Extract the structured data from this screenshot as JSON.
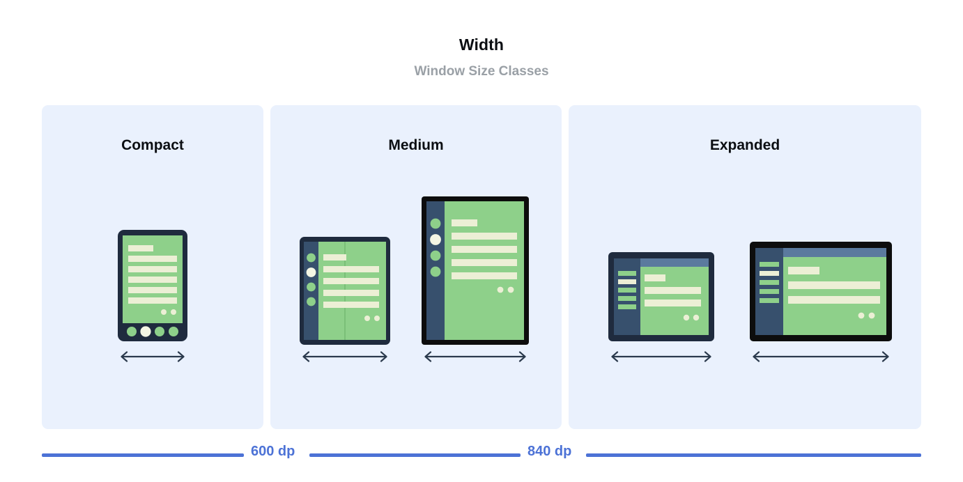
{
  "header": {
    "title": "Width",
    "subtitle": "Window Size Classes"
  },
  "panels": [
    {
      "key": "compact",
      "label": "Compact"
    },
    {
      "key": "medium",
      "label": "Medium"
    },
    {
      "key": "expanded",
      "label": "Expanded"
    }
  ],
  "breakpoints": [
    {
      "label": "600 dp"
    },
    {
      "label": "840 dp"
    }
  ],
  "colors": {
    "panel_bg": "#eaf1fd",
    "page_bg": "#ffffff",
    "title": "#0b0e12",
    "subtitle": "#9aa0a6",
    "breakpoint_blue": "#4c72d6",
    "frame_navy": "#1f2b3e",
    "frame_black": "#0d0d0d",
    "rail_navy": "#37506d",
    "content_green": "#8ed08a",
    "bar_cream": "#ecefd5",
    "topbar_steel": "#5b7a9e",
    "arrow": "#2b3a4d"
  },
  "devices": {
    "compact_phone": {
      "name": "phone",
      "frame": "navy",
      "nav": "bottom",
      "nav_dots": 4,
      "nav_selected_index": 1,
      "content_bars": 6,
      "floating_dots": 2
    },
    "medium_foldable": {
      "name": "foldable",
      "frame": "navy",
      "nav": "rail-dots",
      "nav_dots": 4,
      "nav_selected_index": 1,
      "content_bars": 5,
      "fold_seam": true,
      "floating_dots": 2
    },
    "medium_tablet": {
      "name": "tablet-portrait",
      "frame": "black",
      "nav": "rail-dots",
      "nav_dots": 4,
      "nav_selected_index": 1,
      "content_bars": 5,
      "floating_dots": 2
    },
    "expanded_laptop": {
      "name": "laptop",
      "frame": "navy",
      "nav": "drawer-bars",
      "nav_items": 5,
      "nav_selected_index": 1,
      "content_bars": 3,
      "top_bar": true,
      "floating_dots": 2
    },
    "expanded_tablet": {
      "name": "tablet-landscape",
      "frame": "black",
      "nav": "drawer-bars",
      "nav_items": 5,
      "nav_selected_index": 1,
      "content_bars": 3,
      "top_bar": true,
      "floating_dots": 2
    }
  },
  "arrows": [
    {
      "for": "compact_phone",
      "icon": "double-arrow-horizontal"
    },
    {
      "for": "medium_foldable",
      "icon": "double-arrow-horizontal"
    },
    {
      "for": "medium_tablet",
      "icon": "double-arrow-horizontal"
    },
    {
      "for": "expanded_laptop",
      "icon": "double-arrow-horizontal"
    },
    {
      "for": "expanded_tablet",
      "icon": "double-arrow-horizontal"
    }
  ]
}
